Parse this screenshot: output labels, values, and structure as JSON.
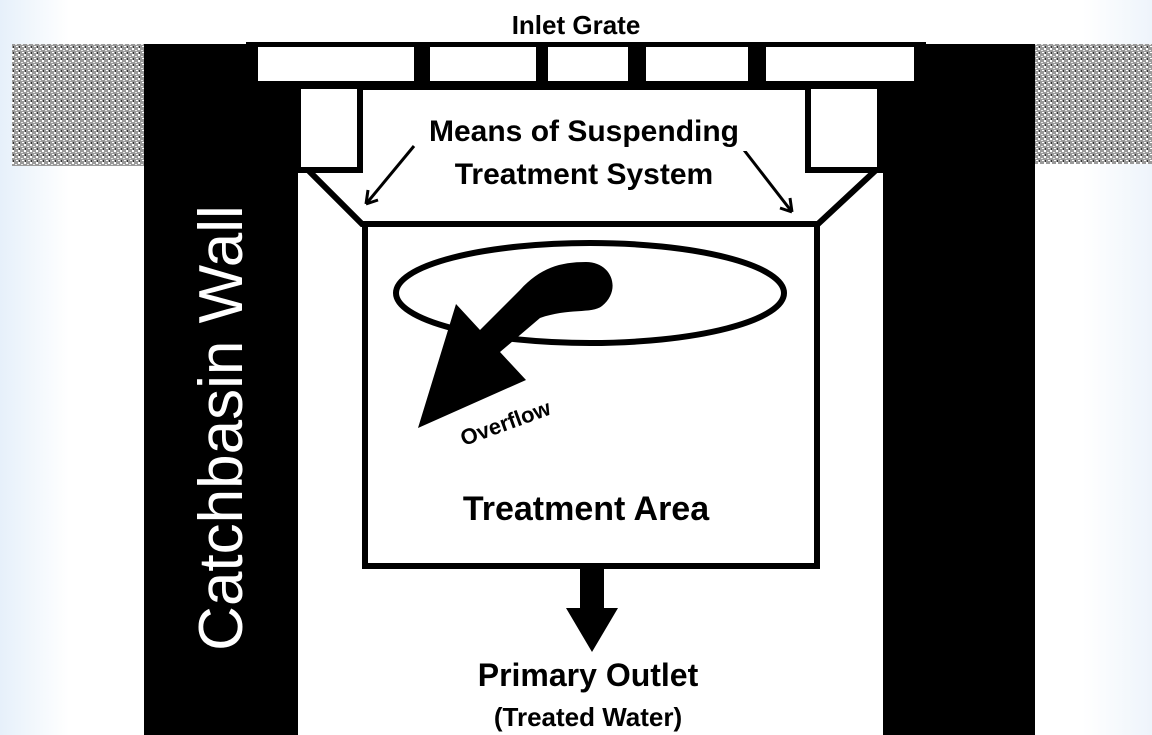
{
  "diagram": {
    "inlet_grate_label": "Inlet Grate",
    "suspension_label_line1": "Means of Suspending",
    "suspension_label_line2": "Treatment System",
    "wall_label": "Catchbasin Wall",
    "overflow_label": "Overflow",
    "treatment_area_label": "Treatment Area",
    "outlet_label_line1": "Primary Outlet",
    "outlet_label_line2": "(Treated Water)"
  },
  "colors": {
    "ink": "#000000",
    "wall_text": "#ffffff",
    "ground_fill": "#8a8a8a"
  }
}
